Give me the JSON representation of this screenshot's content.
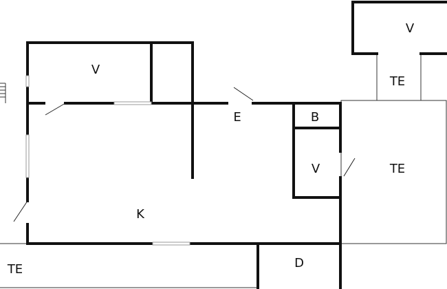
{
  "floor_plan": {
    "labels": {
      "veranda_top_right": "V",
      "terrace_top_right": "TE",
      "veranda_top_left": "V",
      "entrance": "E",
      "bathroom": "B",
      "veranda_middle": "V",
      "terrace_right": "TE",
      "kitchen_living": "K",
      "terrace_bottom_left": "TE",
      "storage": "D"
    },
    "colors": {
      "wall": "#111111",
      "outline": "#333333",
      "window": "#bbbbbb",
      "background": "#ffffff"
    }
  }
}
